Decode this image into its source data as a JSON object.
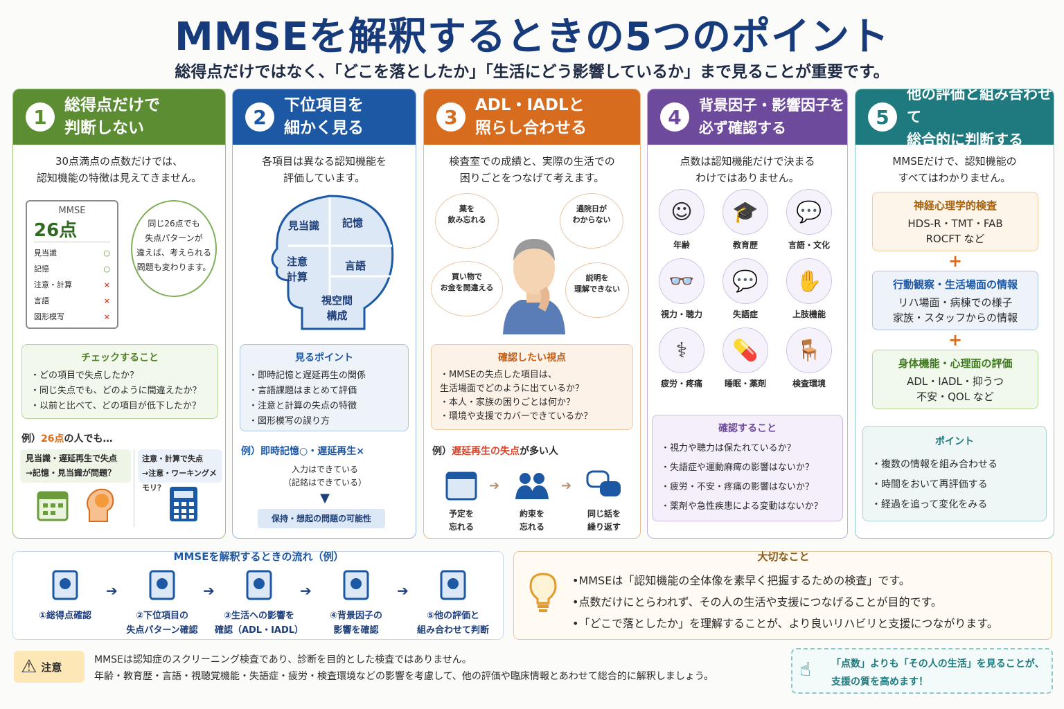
{
  "title": "MMSEを解釈するときの5つのポイント",
  "subtitle": "総得点だけではなく、「どこを落としたか」「生活にどう影響しているか」まで見ることが重要です。",
  "colors": {
    "green": "#5c8d33",
    "blue": "#1d58a4",
    "orange": "#d86c1e",
    "purple": "#6e4a9c",
    "teal": "#1f7a7f",
    "navy": "#163a7a"
  },
  "col1": {
    "num": "1",
    "head1": "総得点だけで",
    "head2": "判断しない",
    "lead": "30点満点の点数だけでは、\n認知機能の特徴は見えてきません。",
    "sheet": {
      "label": "MMSE",
      "score": "26点",
      "items": [
        {
          "name": "見当識",
          "mark": "○"
        },
        {
          "name": "記憶",
          "mark": "○"
        },
        {
          "name": "注意・計算",
          "mark": "×"
        },
        {
          "name": "言語",
          "mark": "×"
        },
        {
          "name": "図形模写",
          "mark": "×"
        }
      ]
    },
    "thought": "同じ26点でも\n失点パターンが\n違えば、考えられる\n問題も変わります。",
    "check_title": "チェックすること",
    "checks": [
      "どの項目で失点したか？",
      "同じ失点でも、どのように間違えたか？",
      "以前と比べて、どの項目が低下したか？"
    ],
    "example_prefix": "例）",
    "example_score": "26点",
    "example_suffix": "の人でも…",
    "ex_a": "見当識・遅延再生で失点\n→記憶・見当識が問題？",
    "ex_b": "注意・計算で失点\n→注意・ワーキングメモリ？"
  },
  "col2": {
    "num": "2",
    "head1": "下位項目を",
    "head2": "細かく見る",
    "lead": "各項目は異なる認知機能を\n評価しています。",
    "puzzle": [
      "見当識",
      "記憶",
      "注意\n計算",
      "言語",
      "視空間\n構成"
    ],
    "point_title": "見るポイント",
    "points": [
      "即時記憶と遅延再生の関係",
      "言語課題はまとめて評価",
      "注意と計算の失点の特徴",
      "図形模写の誤り方"
    ],
    "example": "例）即時記憶○・遅延再生×",
    "ex_note": "入力はできている\n（記銘はできている）",
    "ex_result": "保持・想起の問題の可能性"
  },
  "col3": {
    "num": "3",
    "head1": "ADL・IADLと",
    "head2": "照らし合わせる",
    "lead": "検査室での成績と、実際の生活での\n困りごとをつなげて考えます。",
    "bubbles": [
      "薬を\n飲み忘れる",
      "通院日が\nわからない",
      "買い物で\nお金を間違える",
      "説明を\n理解できない"
    ],
    "view_title": "確認したい視点",
    "views": [
      "MMSEの失点した項目は、\n生活場面でどのように出ているか？",
      "本人・家族の困りごとは何か？",
      "環境や支援でカバーできているか？"
    ],
    "example_prefix": "例）",
    "example_key": "遅延再生の失点",
    "example_suffix": "が多い人",
    "steps": [
      "予定を\n忘れる",
      "約束を\n忘れる",
      "同じ話を\n繰り返す"
    ]
  },
  "col4": {
    "num": "4",
    "head1": "背景因子・影響因子を",
    "head2": "必ず確認する",
    "lead": "点数は認知機能だけで決まる\nわけではありません。",
    "factors": [
      {
        "label": "年齢",
        "icon": "☺"
      },
      {
        "label": "教育歴",
        "icon": "🎓"
      },
      {
        "label": "言語・文化",
        "icon": "💬"
      },
      {
        "label": "視力・聴力",
        "icon": "👓"
      },
      {
        "label": "失語症",
        "icon": "💬"
      },
      {
        "label": "上肢機能",
        "icon": "✋"
      },
      {
        "label": "疲労・疼痛",
        "icon": "⚕"
      },
      {
        "label": "睡眠・薬剤",
        "icon": "💊"
      },
      {
        "label": "検査環境",
        "icon": "🪑"
      }
    ],
    "check_title": "確認すること",
    "checks": [
      "視力や聴力は保たれているか？",
      "失語症や運動麻痺の影響はないか？",
      "疲労・不安・疼痛の影響はないか？",
      "薬剤や急性疾患による変動はないか？"
    ]
  },
  "col5": {
    "num": "5",
    "head1": "他の評価と組み合わせて",
    "head2": "総合的に判断する",
    "lead": "MMSEだけで、認知機能の\nすべてはわかりません。",
    "blocks": [
      {
        "title": "神経心理学的検査",
        "body": "HDS-R・TMT・FAB\nROCFT など"
      },
      {
        "title": "行動観察・生活場面の情報",
        "body": "リハ場面・病棟での様子\n家族・スタッフからの情報"
      },
      {
        "title": "身体機能・心理面の評価",
        "body": "ADL・IADL・抑うつ\n不安・QOL など"
      }
    ],
    "plus": "+",
    "point_title": "ポイント",
    "points": [
      "複数の情報を組み合わせる",
      "時間をおいて再評価する",
      "経過を追って変化をみる"
    ]
  },
  "flow": {
    "title": "MMSEを解釈するときの流れ（例）",
    "steps": [
      "①総得点確認",
      "②下位項目の\n失点パターン確認",
      "③生活への影響を\n確認（ADL・IADL）",
      "④背景因子の\n影響を確認",
      "⑤他の評価と\n組み合わせて判断"
    ]
  },
  "important": {
    "title": "大切なこと",
    "items": [
      "MMSEは「認知機能の全体像を素早く把握するための検査」です。",
      "点数だけにとらわれず、その人の生活や支援につなげることが目的です。",
      "「どこで落としたか」を理解することが、より良いリハビリと支援につながります。"
    ]
  },
  "caution": {
    "label": "注意",
    "line1": "MMSEは認知症のスクリーニング検査であり、診断を目的とした検査ではありません。",
    "line2": "年齢・教育歴・言語・視聴覚機能・失語症・疲労・検査環境などの影響を考慮して、他の評価や臨床情報とあわせて総合的に解釈しましょう。"
  },
  "tip": {
    "line1": "「点数」よりも「その人の生活」を見ることが、",
    "line2": "支援の質を高めます！"
  }
}
